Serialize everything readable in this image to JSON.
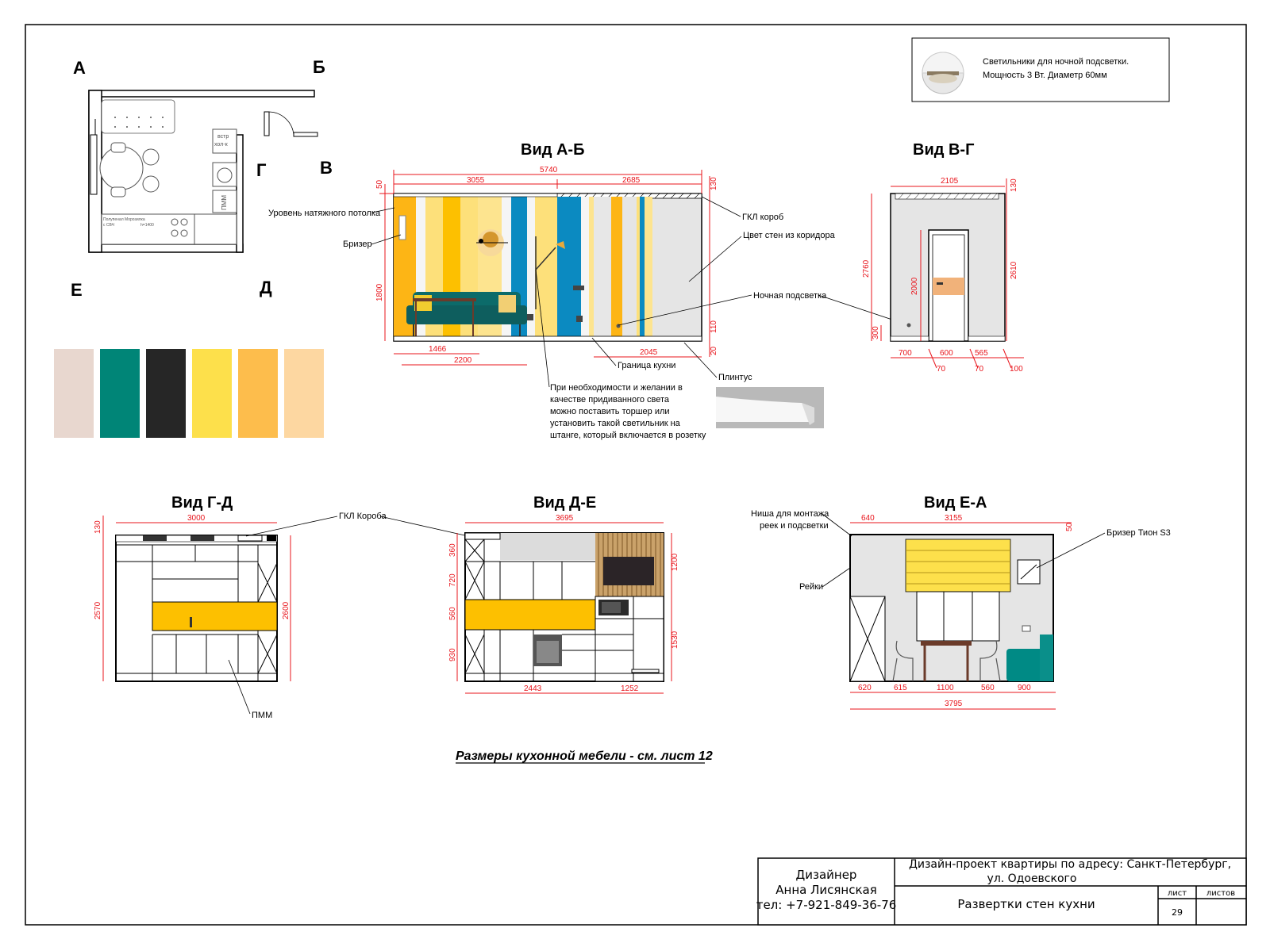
{
  "plan": {
    "corner_labels": {
      "a": "А",
      "b": "Б",
      "v": "В",
      "g": "Г",
      "d": "Д",
      "e": "Е"
    },
    "room_labels": {
      "fridge_1": "встр",
      "fridge_2": "хол-к",
      "dishwasher": "ПММ",
      "shelf_1": "Полупенал Морозилка",
      "shelf_2": "с СВЧ",
      "shelf_3": "h=1400"
    }
  },
  "palette": {
    "swatches": [
      "#e8d7cf",
      "#008577",
      "#262626",
      "#fde04b",
      "#fdbd4c",
      "#fdd7a1"
    ]
  },
  "legend": {
    "line1": "Светильники для ночной подсветки.",
    "line2": "Мощность 3 Вт. Диаметр 60мм"
  },
  "views": {
    "ab": {
      "title": "Вид А-Б",
      "dims": {
        "total": "5740",
        "left": "3055",
        "right": "2685",
        "top_left": "50",
        "top_right": "130",
        "height": "1800",
        "bottom_right_1": "110",
        "bottom_right_2": "20",
        "sofa": "1466",
        "sofa_total": "2200",
        "kitchen": "2045"
      },
      "labels": {
        "ceiling": "Уровень натяжного потолка",
        "breezer": "Бризер",
        "gkl": "ГКЛ короб",
        "wall_color": "Цвет стен из коридора",
        "night_light": "Ночная подсветка",
        "kitchen_border": "Граница кухни",
        "plinth": "Плинтус"
      },
      "note": [
        "При необходимости и желании в",
        "качестве придиванного света",
        "можно поставить торшер или",
        "установить такой светильник на",
        "штанге, который включается в розетку"
      ]
    },
    "vg": {
      "title": "Вид В-Г",
      "dims": {
        "total": "2105",
        "top": "130",
        "height_left": "2760",
        "height_right": "2610",
        "door": "2000",
        "bottom": "300",
        "d1": "700",
        "d2": "600",
        "d3": "565",
        "d4": "70",
        "d5": "70",
        "d6": "100"
      }
    },
    "gd": {
      "title": "Вид Г-Д",
      "dims": {
        "total": "3000",
        "top": "130",
        "height_left": "2570",
        "height_right": "2600"
      },
      "labels": {
        "gkl": "ГКЛ Короба",
        "pmm": "ПММ"
      }
    },
    "de": {
      "title": "Вид Д-Е",
      "dims": {
        "total": "3695",
        "h1": "360",
        "h2": "720",
        "h3": "560",
        "h4": "930",
        "r1": "1200",
        "r2": "1530",
        "b1": "2443",
        "b2": "1252"
      }
    },
    "ea": {
      "title": "Вид Е-А",
      "dims": {
        "t1": "640",
        "t2": "3155",
        "t3": "50",
        "b1": "620",
        "b2": "615",
        "b3": "1100",
        "b4": "560",
        "b5": "900",
        "total": "3795"
      },
      "labels": {
        "niche_1": "Ниша для монтажа",
        "niche_2": "реек и подсветки",
        "slats": "Рейки",
        "breezer": "Бризер Тион S3"
      }
    }
  },
  "footer_note": "Размеры кухонной мебели - см. лист 12",
  "stamp": {
    "designer_role": "Дизайнер",
    "designer_name": "Анна Лисянская",
    "phone": "тел: +7-921-849-36-76",
    "project_1": "Дизайн-проект квартиры по адресу: Санкт-Петербург,",
    "project_2": "ул. Одоевского",
    "sheet_title": "Развертки стен кухни",
    "sheet_label": "лист",
    "sheets_label": "листов",
    "sheet_number": "29"
  }
}
